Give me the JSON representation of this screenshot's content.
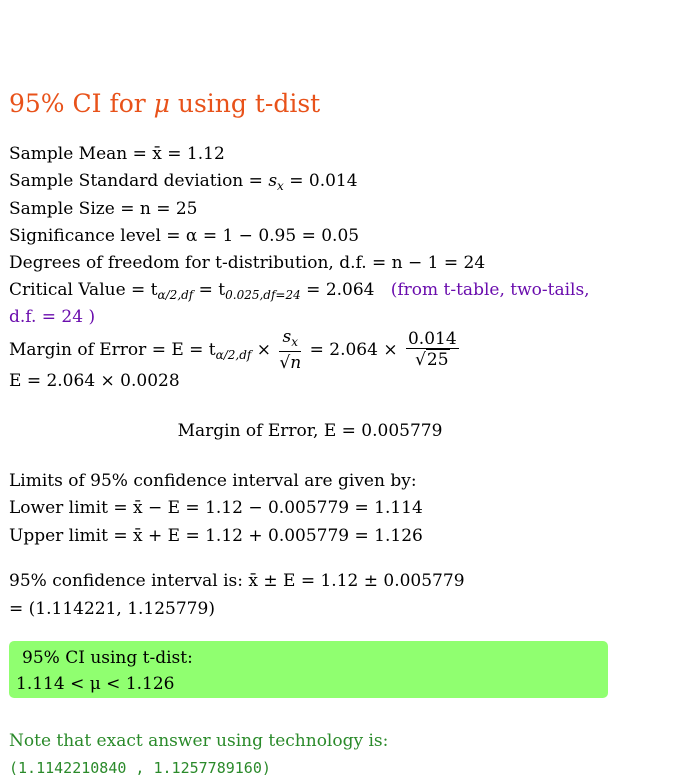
{
  "title_prefix": "95% CI for ",
  "title_mu": "μ",
  "title_suffix": " using t-dist",
  "rows": {
    "mean": "Sample Mean = x̄ = 1.12",
    "sd_label": "Sample Standard deviation = ",
    "sd_sym": "s",
    "sd_sub": "x",
    "sd_val": " = 0.014",
    "n": "Sample Size = n = 25",
    "alpha": "Significance level = α = 1 − 0.95 = 0.05",
    "df": "Degrees of freedom for t-distribution, d.f. = n − 1 = 24",
    "cv_label": "Critical Value = t",
    "cv_sub1": "α/2,df",
    "cv_mid": " = t",
    "cv_sub2": "0.025,df=24",
    "cv_val": " = 2.064",
    "cv_note1": "(from t-table, two-tails,",
    "cv_note2": "d.f. = 24 )",
    "moe_label": "Margin of Error = E = t",
    "moe_sub": "α/2,df",
    "moe_times": " × ",
    "moe_frac1_num": "s",
    "moe_frac1_num_sub": "x",
    "moe_frac1_den": "√n",
    "moe_eq": " = 2.064 × ",
    "moe_frac2_num": "0.014",
    "moe_frac2_den_root": "√",
    "moe_frac2_den": "25",
    "e_calc": "E = 2.064 × 0.0028",
    "moe_result": "Margin of Error, E = 0.005779",
    "limits_intro": "Limits of 95% confidence interval are given by:",
    "lower": "Lower limit = x̄ − E = 1.12 − 0.005779 = 1.114",
    "upper": "Upper limit = x̄ + E = 1.12 + 0.005779 = 1.126",
    "ci_line1": "95% confidence interval is: x̄ ± E = 1.12 ± 0.005779",
    "ci_line2": "= (1.114221, 1.125779)"
  },
  "result_box": {
    "line1": "95% CI using t-dist:",
    "line2": "1.114 < μ < 1.126"
  },
  "note": {
    "text": "Note that exact answer using technology is:",
    "value": "(1.1142210840 , 1.1257789160)"
  },
  "colors": {
    "title": "#e8521a",
    "purple_note": "#6a0dad",
    "box_bg": "#90ff70",
    "note_green": "#2a8a2a"
  }
}
